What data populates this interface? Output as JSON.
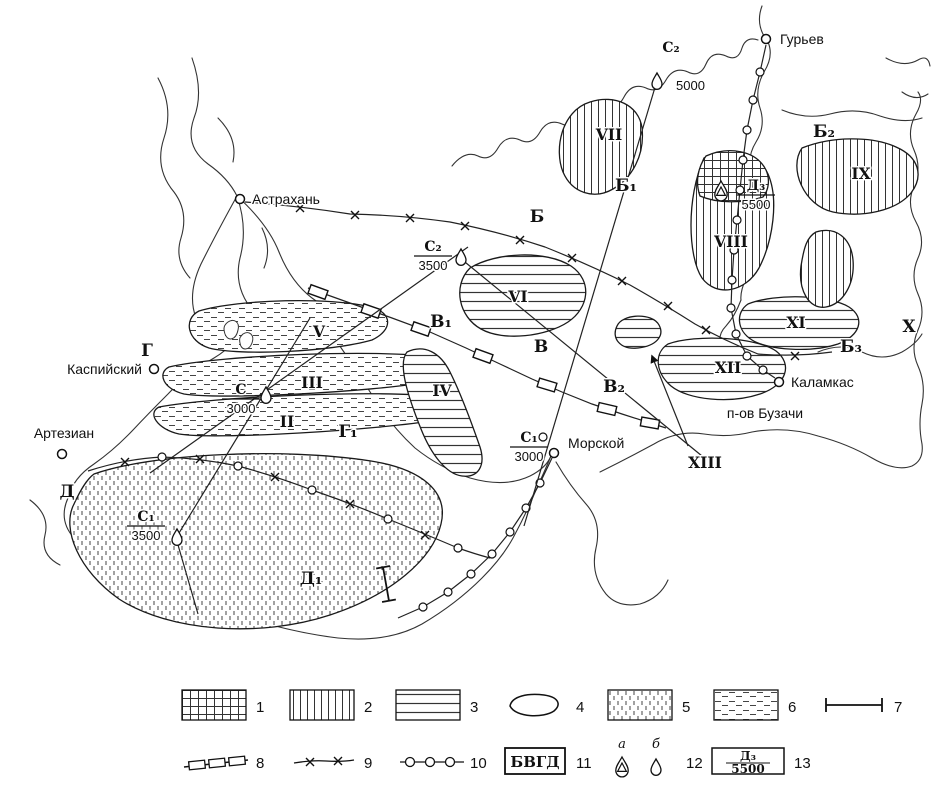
{
  "labels": {
    "guryev": "Гурьев",
    "astrakhan": "Астрахань",
    "kaspiysky": "Каспийский",
    "artezian": "Артезиан",
    "morskoy": "Морской",
    "kalamkas": "Каламкас",
    "buzachi": "п-ов Бузачи"
  },
  "zones": {
    "b": "Б",
    "b1": "Б₁",
    "b2": "Б₂",
    "b3": "Б₃",
    "v": "В",
    "v1": "В₁",
    "v2": "В₂",
    "g": "Г",
    "g1": "Г₁",
    "d": "Д",
    "d1": "Д₁",
    "x": "Х"
  },
  "romans": {
    "r2": "II",
    "r3": "III",
    "r4": "IV",
    "r5": "V",
    "r6": "VI",
    "r7": "VII",
    "r8": "VIII",
    "r9": "IX",
    "r11": "XI",
    "r12": "XII",
    "r13": "XIII"
  },
  "wells": {
    "c2_top": {
      "name": "С₂",
      "depth": "5000"
    },
    "c2_mid": {
      "name": "С₂",
      "depth": "3500"
    },
    "c_mid": {
      "name": "С",
      "depth": "3000"
    },
    "c1_coast": {
      "name": "С₁",
      "depth": "3000"
    },
    "c1_sw": {
      "name": "С₁",
      "depth": "3500"
    },
    "d3": {
      "name": "Д₃",
      "depth": "5500"
    }
  },
  "legend": {
    "nums": [
      "1",
      "2",
      "3",
      "4",
      "5",
      "6",
      "7",
      "8",
      "9",
      "10",
      "11",
      "12",
      "13"
    ],
    "box11": "БВГД",
    "sym_a": "а",
    "sym_b": "б",
    "box13": {
      "name": "Д₃",
      "depth": "5500"
    }
  }
}
